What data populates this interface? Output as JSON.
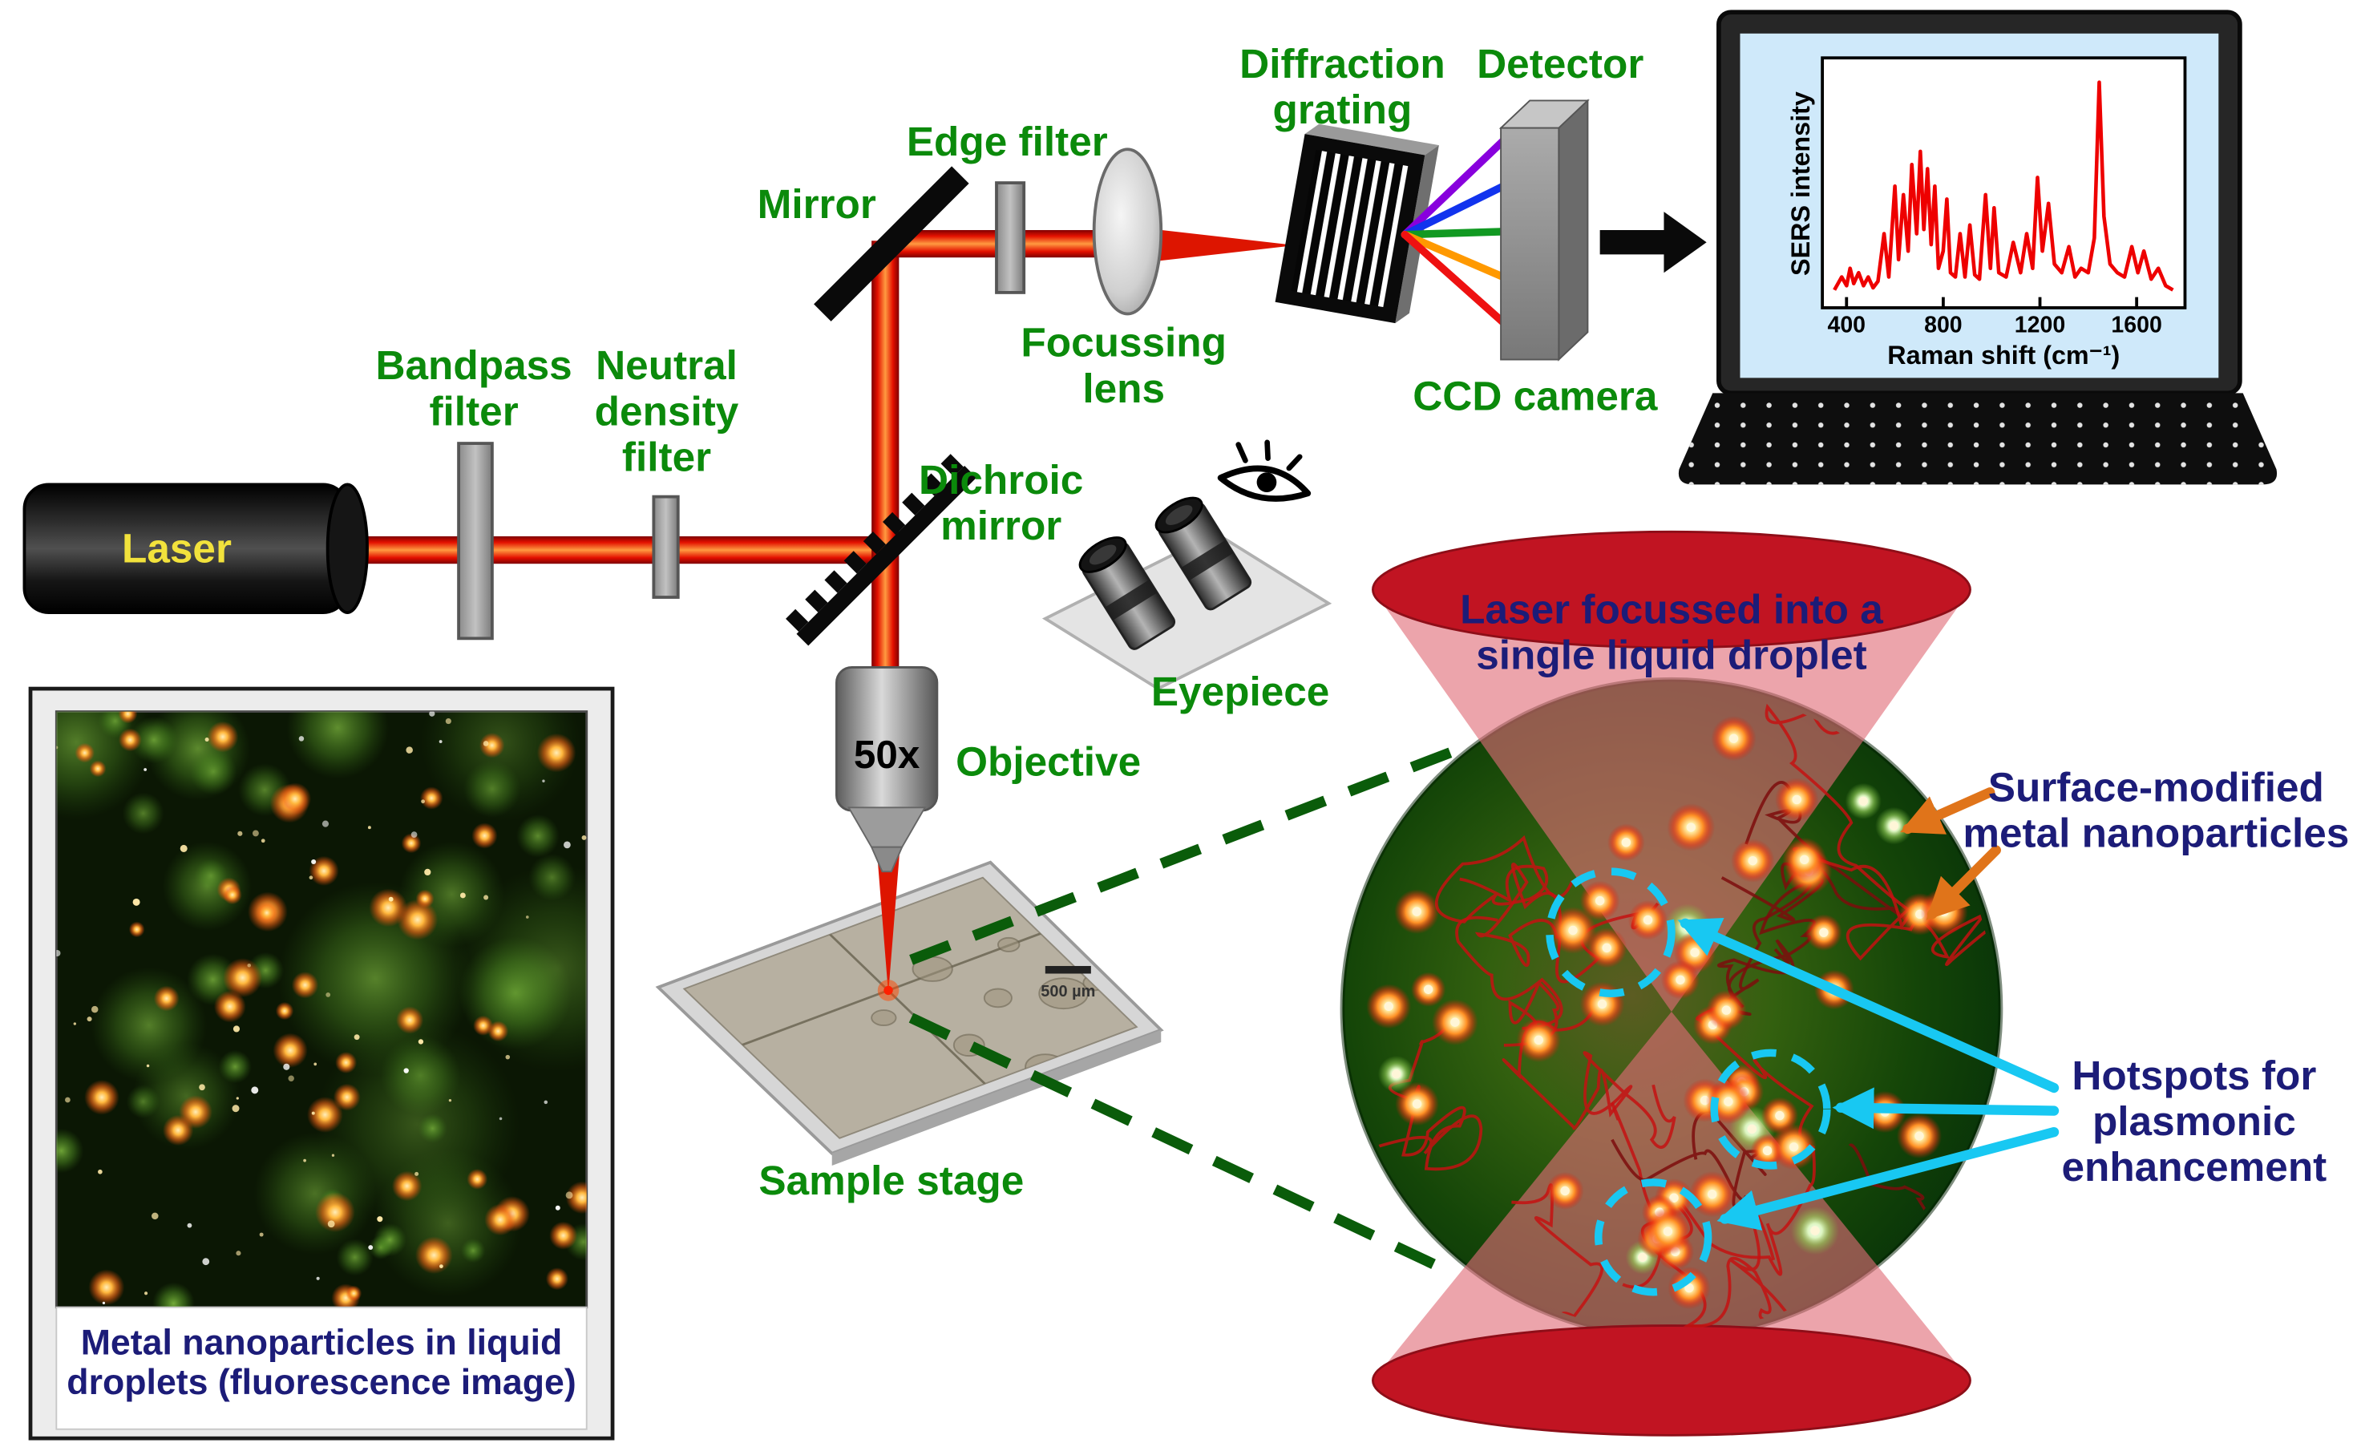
{
  "components": {
    "laser": "Laser",
    "bandpass_filter": "Bandpass\nfilter",
    "neutral_density_filter": "Neutral\ndensity\nfilter",
    "mirror": "Mirror",
    "edge_filter": "Edge filter",
    "dichroic_mirror": "Dichroic\nmirror",
    "focussing_lens": "Focussing\nlens",
    "diffraction_grating": "Diffraction\ngrating",
    "detector": "Detector",
    "ccd_camera": "CCD camera",
    "eyepiece": "Eyepiece",
    "objective_mag": "50x",
    "objective": "Objective",
    "sample_stage": "Sample stage",
    "scale_bar": "500 µm"
  },
  "inset": {
    "caption": "Metal nanoparticles in liquid\ndroplets (fluorescence image)"
  },
  "droplet_panel": {
    "title": "Laser focussed into a\nsingle liquid droplet",
    "nanoparticle_label": "Surface-modified\nmetal nanoparticles",
    "hotspot_label": "Hotspots for\nplasmonic\nenhancement"
  },
  "colors": {
    "label_green": "#0b8a0b",
    "label_navy": "#1c1c78",
    "laser_text_yellow": "#f2e23c",
    "beam_red": "#e31000",
    "spectrum_red": "#ee0000",
    "hotspot_cyan": "#18c8f2",
    "arrow_orange": "#e0741a",
    "zoom_dash_green": "#0a5c0a",
    "cone_red": "#c11422",
    "screen_blue": "#cfe9fa"
  },
  "chart_data": {
    "type": "line",
    "title": "",
    "xlabel": "Raman shift (cm⁻¹)",
    "ylabel": "SERS intensity",
    "x_ticks": [
      400,
      800,
      1200,
      1600
    ],
    "xlim": [
      300,
      1800
    ],
    "ylim": [
      0,
      1.05
    ],
    "grid": false,
    "legend": false,
    "series": [
      {
        "name": "SERS spectrum",
        "color": "#ee0000",
        "x": [
          350,
          380,
          400,
          415,
          430,
          450,
          470,
          490,
          510,
          530,
          555,
          575,
          600,
          615,
          635,
          655,
          670,
          690,
          705,
          720,
          735,
          750,
          765,
          780,
          800,
          815,
          830,
          850,
          870,
          890,
          910,
          930,
          950,
          975,
          995,
          1010,
          1030,
          1060,
          1090,
          1120,
          1145,
          1170,
          1190,
          1210,
          1235,
          1260,
          1290,
          1320,
          1345,
          1370,
          1400,
          1425,
          1445,
          1465,
          1490,
          1520,
          1550,
          1580,
          1605,
          1630,
          1660,
          1690,
          1720,
          1750
        ],
        "y": [
          0.04,
          0.1,
          0.06,
          0.14,
          0.07,
          0.12,
          0.06,
          0.1,
          0.05,
          0.08,
          0.3,
          0.1,
          0.52,
          0.18,
          0.48,
          0.22,
          0.62,
          0.3,
          0.68,
          0.32,
          0.6,
          0.25,
          0.52,
          0.14,
          0.22,
          0.46,
          0.12,
          0.1,
          0.3,
          0.1,
          0.34,
          0.11,
          0.09,
          0.48,
          0.14,
          0.42,
          0.12,
          0.1,
          0.26,
          0.12,
          0.3,
          0.14,
          0.56,
          0.22,
          0.44,
          0.16,
          0.12,
          0.24,
          0.1,
          0.14,
          0.12,
          0.28,
          1.0,
          0.38,
          0.16,
          0.12,
          0.1,
          0.24,
          0.12,
          0.22,
          0.09,
          0.14,
          0.06,
          0.04
        ]
      }
    ]
  }
}
